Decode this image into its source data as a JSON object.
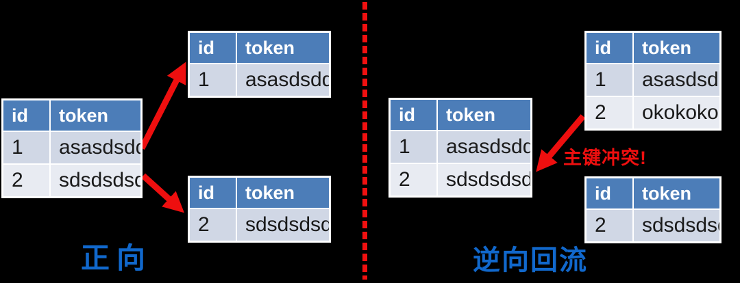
{
  "colors": {
    "background": "#000000",
    "table_header_bg": "#4C7DB8",
    "row_odd_bg": "#D0D7E5",
    "row_even_bg": "#E8EBF2",
    "header_text": "#FFFFFF",
    "cell_text": "#1A1A1A",
    "label_blue": "#1168CC",
    "arrow_red": "#EE0F0F",
    "divider_red": "#F01010",
    "table_border": "#FFFFFF"
  },
  "labels": {
    "forward": "正向",
    "reverse": "逆向回流",
    "conflict": "主键冲突!"
  },
  "tables": {
    "forward_source": {
      "headers": [
        "id",
        "token"
      ],
      "rows": [
        [
          "1",
          "asasdsdd"
        ],
        [
          "2",
          "sdsdsdsd"
        ]
      ]
    },
    "forward_out_1": {
      "headers": [
        "id",
        "token"
      ],
      "rows": [
        [
          "1",
          "asasdsdd"
        ]
      ]
    },
    "forward_out_2": {
      "headers": [
        "id",
        "token"
      ],
      "rows": [
        [
          "2",
          "sdsdsdsd"
        ]
      ]
    },
    "reverse_target": {
      "headers": [
        "id",
        "token"
      ],
      "rows": [
        [
          "1",
          "asasdsdd"
        ],
        [
          "2",
          "sdsdsdsd"
        ]
      ]
    },
    "reverse_in_1": {
      "headers": [
        "id",
        "token"
      ],
      "rows": [
        [
          "1",
          "asasdsdd"
        ],
        [
          "2",
          "okokoko"
        ]
      ]
    },
    "reverse_in_2": {
      "headers": [
        "id",
        "token"
      ],
      "rows": [
        [
          "2",
          "sdsdsdsd"
        ]
      ]
    }
  }
}
